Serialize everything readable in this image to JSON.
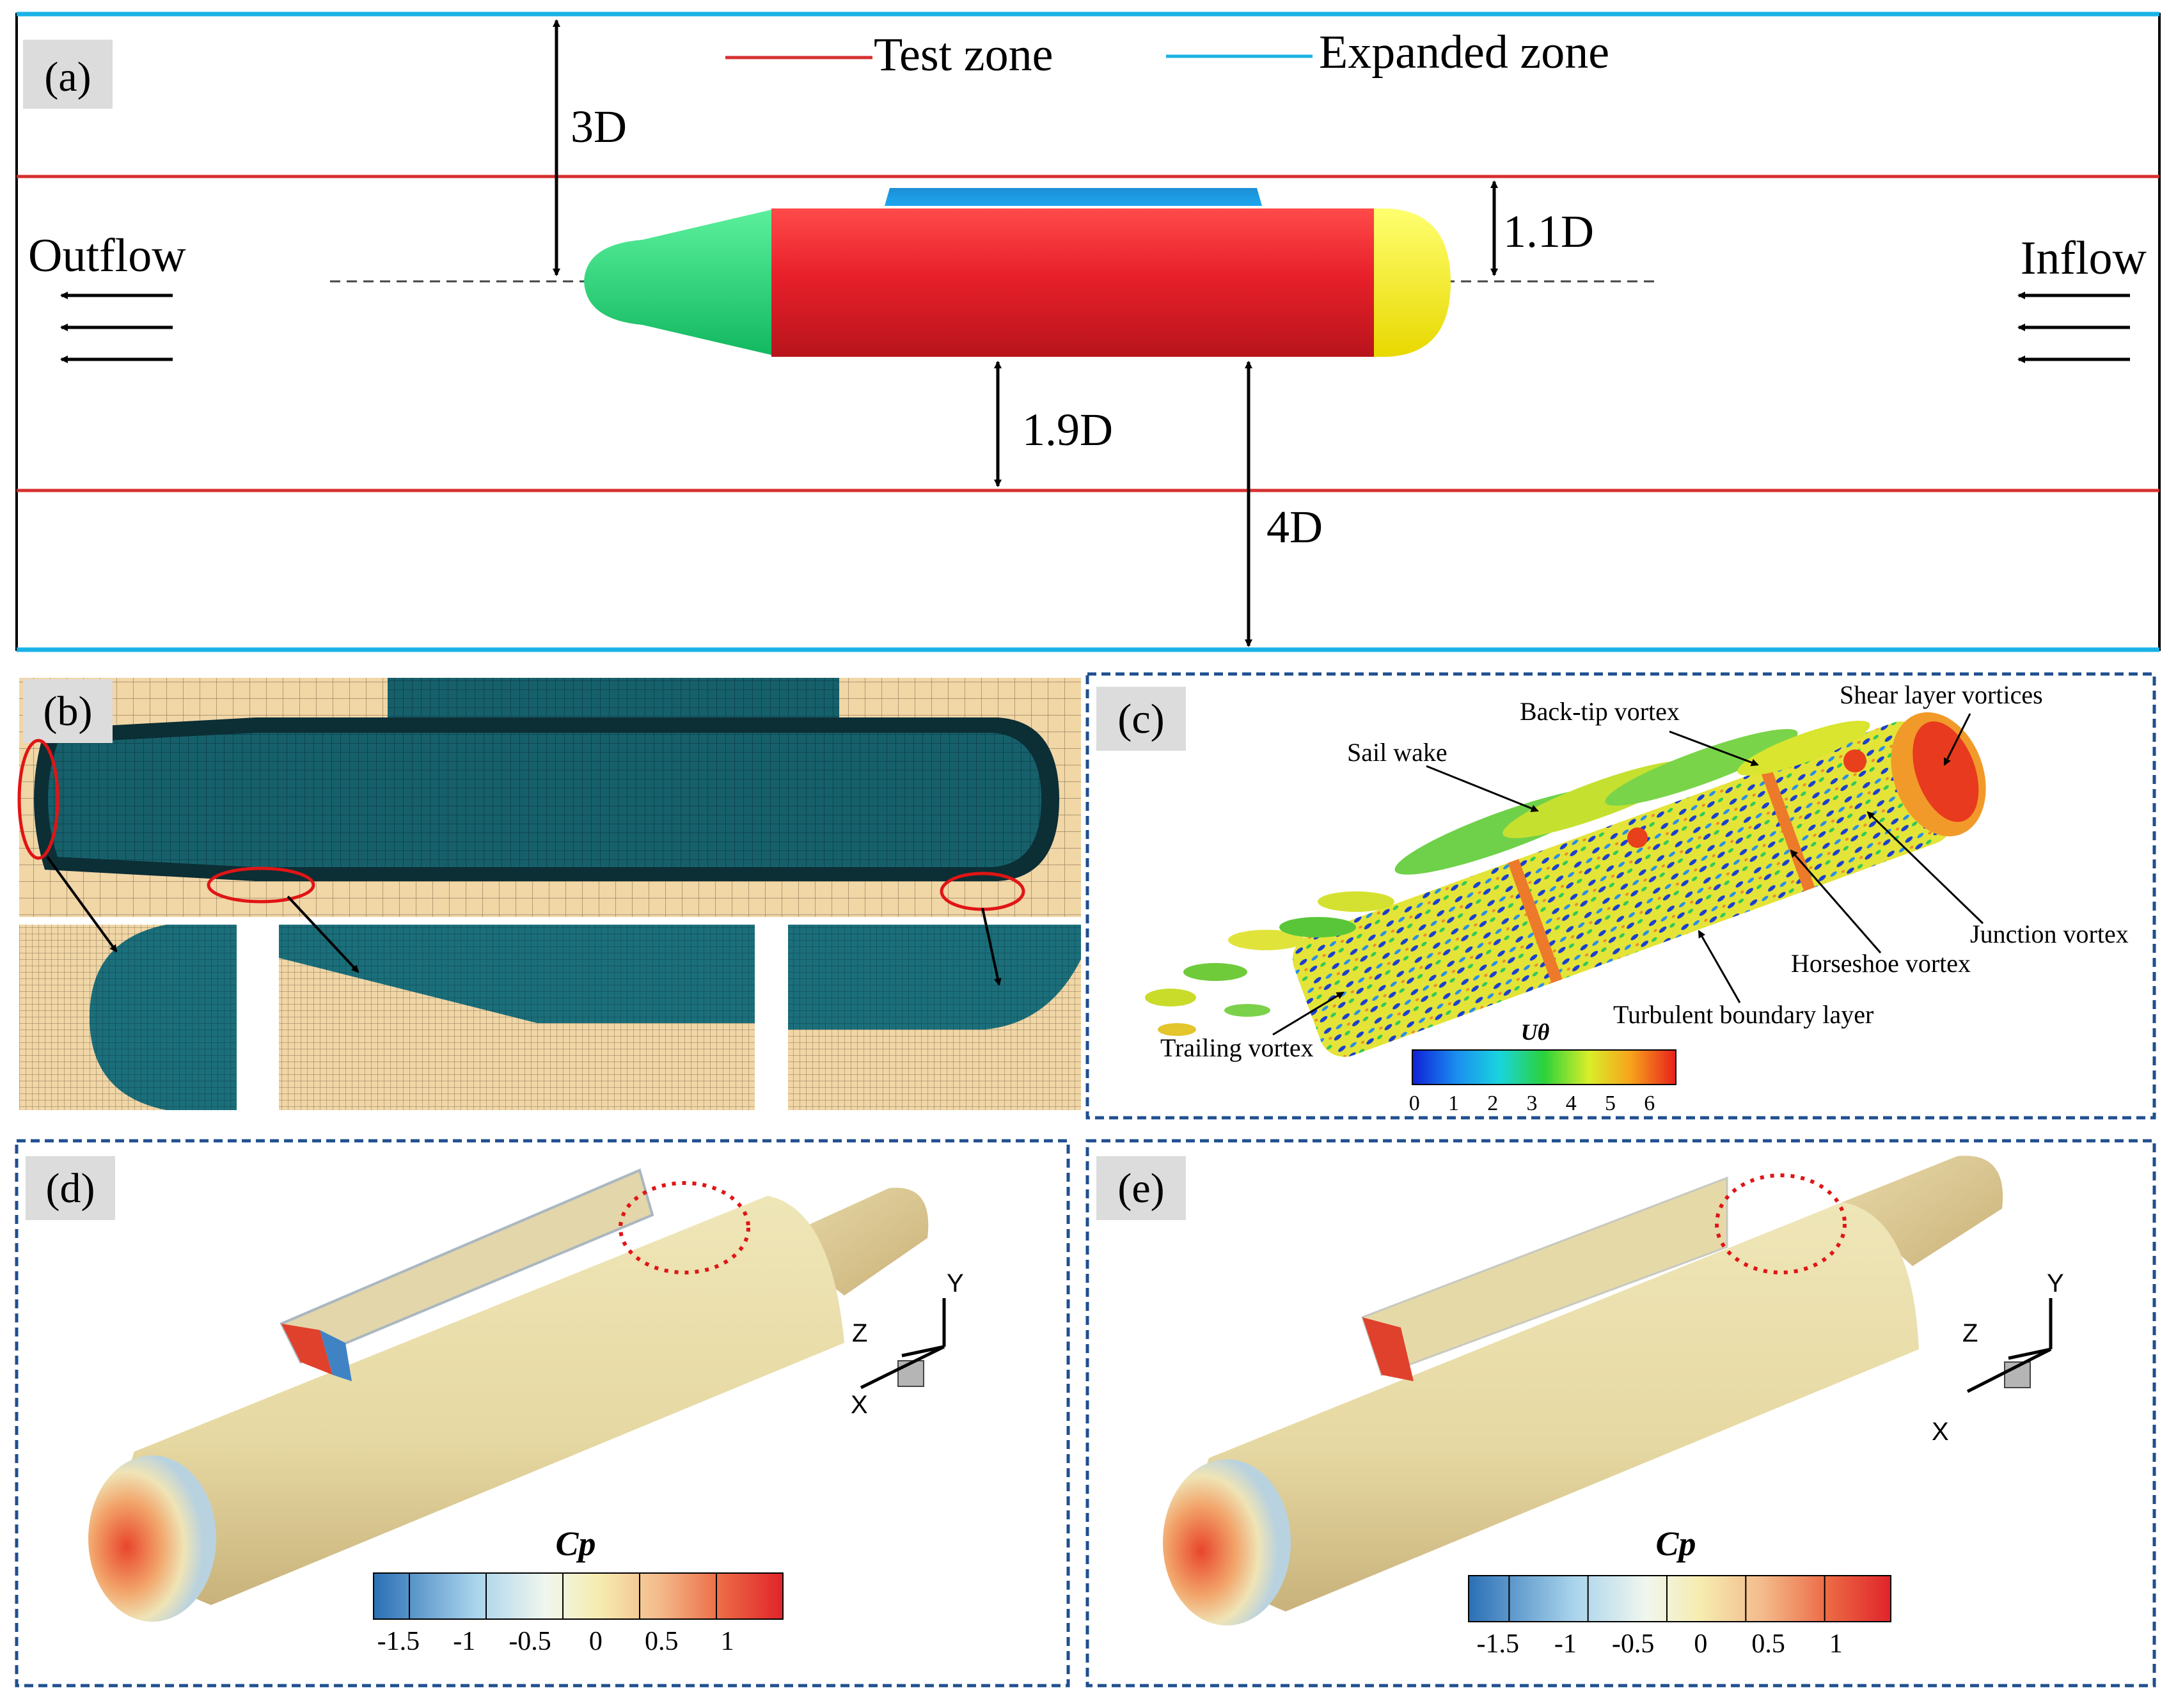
{
  "panels": {
    "a": {
      "tag": "(a)",
      "legend": {
        "test_zone": "Test zone",
        "expanded_zone": "Expanded zone"
      },
      "dims": {
        "top": "3D",
        "sail": "1.1D",
        "bottom_inner": "1.9D",
        "bottom_outer": "4D"
      },
      "outflow": "Outflow",
      "inflow": "Inflow",
      "colors": {
        "test_zone": "#d6302f",
        "expanded_zone": "#1ab2e6",
        "hull": "#e8202a",
        "nose": "#fff200",
        "tail": "#1fe07a",
        "sail": "#1296d8"
      }
    },
    "b": {
      "tag": "(b)",
      "colors": {
        "mesh": "#16606b",
        "background": "#f1d6a6",
        "highlight": "#e01515"
      }
    },
    "c": {
      "tag": "(c)",
      "labels": {
        "sail_wake": "Sail wake",
        "back_tip": "Back-tip vortex",
        "shear_layer": "Shear layer vortices",
        "junction": "Junction vortex",
        "horseshoe": "Horseshoe vortex",
        "turbulent_bl": "Turbulent boundary layer",
        "trailing": "Trailing vortex"
      },
      "colorbar": {
        "title": "Uθ",
        "ticks": [
          "0",
          "1",
          "2",
          "3",
          "4",
          "5",
          "6"
        ]
      }
    },
    "d": {
      "tag": "(d)",
      "colorbar": {
        "title": "Cp",
        "ticks": [
          "-1.5",
          "-1",
          "-0.5",
          "0",
          "0.5",
          "1"
        ]
      },
      "axes": {
        "x": "X",
        "y": "Y",
        "z": "Z"
      }
    },
    "e": {
      "tag": "(e)",
      "colorbar": {
        "title": "Cp",
        "ticks": [
          "-1.5",
          "-1",
          "-0.5",
          "0",
          "0.5",
          "1"
        ]
      },
      "axes": {
        "x": "X",
        "y": "Y",
        "z": "Z"
      }
    }
  }
}
